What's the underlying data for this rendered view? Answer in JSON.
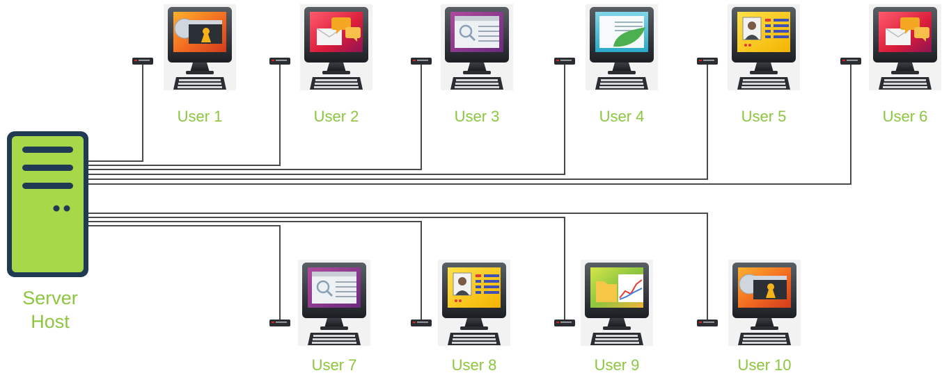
{
  "server": {
    "label_line1": "Server",
    "label_line2": "Host",
    "body_color": "#a6d84a",
    "frame_color": "#1f3a52"
  },
  "colors": {
    "label": "#8cc63f",
    "wire": "#4a4a4a"
  },
  "users": [
    {
      "label": "User 1",
      "screen": "media-player"
    },
    {
      "label": "User 2",
      "screen": "email-chat"
    },
    {
      "label": "User 3",
      "screen": "search-document"
    },
    {
      "label": "User 4",
      "screen": "leaf-document"
    },
    {
      "label": "User 5",
      "screen": "profile-card"
    },
    {
      "label": "User 6",
      "screen": "email-chat"
    },
    {
      "label": "User 7",
      "screen": "search-document"
    },
    {
      "label": "User 8",
      "screen": "profile-card"
    },
    {
      "label": "User 9",
      "screen": "folder-chart"
    },
    {
      "label": "User 10",
      "screen": "media-player"
    }
  ]
}
